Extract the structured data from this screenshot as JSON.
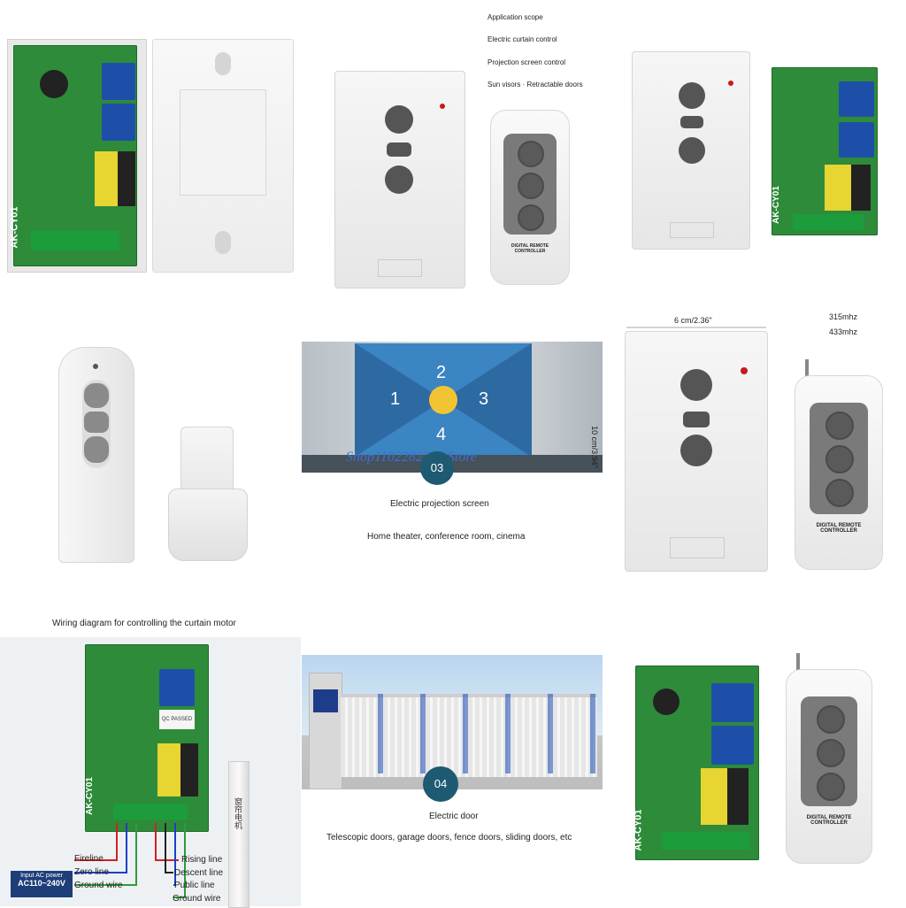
{
  "application_scope": {
    "title": "Application scope",
    "items": [
      "Electric curtain control",
      "Projection screen control",
      "Sun visors · Retractable doors"
    ]
  },
  "pcb_label": "AK-CY01",
  "remote_brand": "DIGITAL REMOTE CONTROLLER",
  "dimensions": {
    "width": "6 cm/2.36\"",
    "height": "10 cm/3.94\""
  },
  "frequencies": [
    "315mhz",
    "433mhz"
  ],
  "projection_panel": {
    "numbers": [
      "1",
      "2",
      "3",
      "4"
    ],
    "badge": "03",
    "watermark": "Shop1102282293 Store",
    "caption_title": "Electric projection screen",
    "caption_sub": "Home theater, conference room, cinema"
  },
  "door_panel": {
    "badge": "04",
    "caption_title": "Electric door",
    "caption_sub": "Telescopic doors, garage doors, fence doors, sliding doors, etc"
  },
  "wiring": {
    "title": "Wiring diagram for controlling the curtain motor",
    "input_label": "Input AC power",
    "input_value": "AC110~240V",
    "left_labels": [
      "Fireline",
      "Zero line",
      "Ground wire"
    ],
    "right_labels": [
      "Rising line",
      "Descent line",
      "Public line",
      "Ground wire"
    ],
    "motor_label": "窗帘电机",
    "qc_label": "QC PASSED"
  },
  "colors": {
    "pcb_green": "#2e8b3a",
    "relay_blue": "#1e4fa8",
    "badge_teal": "#1e5a72",
    "projection_blue": "#2f74b0",
    "led_red": "#c81a1a"
  }
}
